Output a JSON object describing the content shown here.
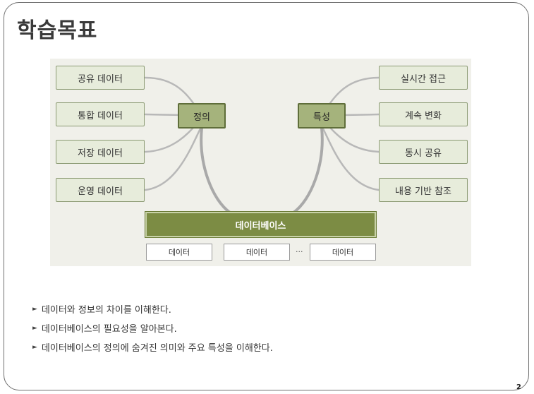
{
  "title": "학습목표",
  "diagram": {
    "left_items": [
      "공유 데이터",
      "통합 데이터",
      "저장 데이터",
      "운영 데이터"
    ],
    "right_items": [
      "실시간 접근",
      "계속 변화",
      "동시 공유",
      "내용 기반 참조"
    ],
    "left_hub": "정의",
    "right_hub": "특성",
    "center": "데이터베이스",
    "data_items": [
      "데이터",
      "데이터",
      "데이터"
    ],
    "ellipsis": "···"
  },
  "goals": [
    "데이터와 정보의 차이를 이해한다.",
    "데이터베이스의 필요성을 알아본다.",
    "데이터베이스의 정의에 숨겨진 의미와 주요 특성을 이해한다."
  ],
  "bullet_glyph": "►",
  "page_number": "2"
}
